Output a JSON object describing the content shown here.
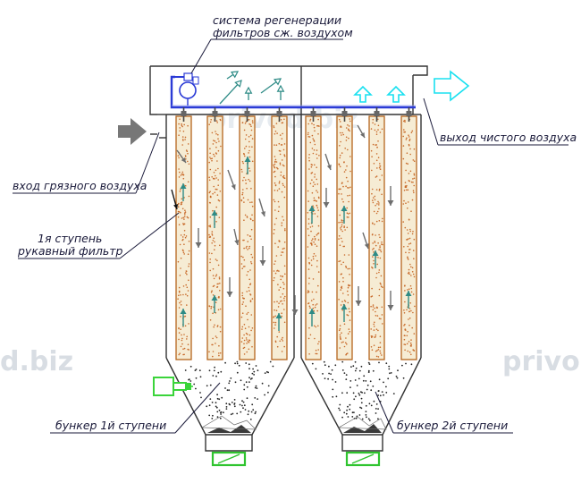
{
  "labels": {
    "regen_line1": "система регенерации",
    "regen_line2": "фильтров сж. воздухом",
    "clean_out": "выход чистого воздуха",
    "dirty_in": "вход грязного воздуха",
    "stage1_line1": "1я ступень",
    "stage1_line2": "рукавный фильтр",
    "bunker1": "бункер 1й ступени",
    "bunker2": "бункер 2й ступени"
  },
  "watermarks": {
    "left": "d.biz",
    "right": "privod",
    "center": "privod.biz"
  },
  "colors": {
    "bag_fill": "#f6ecd4",
    "bag_outline": "#b5651d",
    "dust_dot": "#c86a2a",
    "compressed_air_pipe": "#2b3bd6",
    "clean_air_arrow": "#18e0f0",
    "dirty_air_arrow": "#777777",
    "inner_arrow_up": "#2e8b86",
    "inner_arrow_down": "#6e6e6e",
    "motor_green": "#3ad43a"
  },
  "icons": {
    "dirty_inlet": "arrow-right-icon",
    "clean_outlet": "arrow-right-outline-icon",
    "regen_valve": "solenoid-valve-icon",
    "screw_motor": "motor-icon"
  }
}
